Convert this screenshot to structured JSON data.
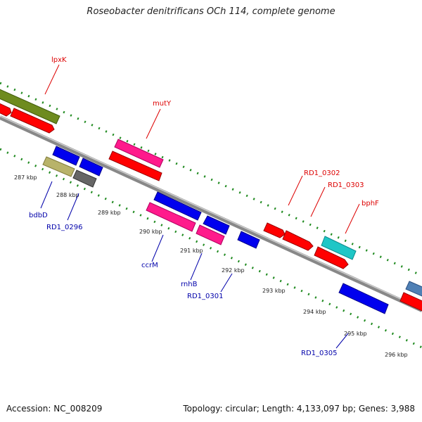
{
  "title": "Roseobacter denitrificans OCh 114, complete genome",
  "footer": {
    "accession": "Accession: NC_008209",
    "summary": "Topology: circular; Length: 4,133,097 bp; Genes: 3,988"
  },
  "colors": {
    "backbone": "#888888",
    "ticks": "#1f8a1f",
    "label_red": "#dd0000",
    "label_blue": "#0000aa",
    "kbp_text": "#222222"
  },
  "kbp_labels": [
    "287 kbp",
    "288 kbp",
    "289 kbp",
    "290 kbp",
    "291 kbp",
    "292 kbp",
    "293 kbp",
    "294 kbp",
    "295 kbp",
    "296 kbp"
  ],
  "genes": {
    "top_labeled": [
      {
        "name": "lpxK",
        "color": "#6e8b1f"
      },
      {
        "name": "mutY",
        "color": "#ff1a8c"
      },
      {
        "name": "RD1_0302",
        "color": "#ff0000"
      },
      {
        "name": "RD1_0303",
        "color": "#ff0000"
      },
      {
        "name": "bphF",
        "color": "#1fc6c6"
      }
    ],
    "bottom_labeled": [
      {
        "name": "bdbD",
        "color": "#b8b36a"
      },
      {
        "name": "RD1_0296",
        "color": "#666666"
      },
      {
        "name": "ccrM",
        "color": "#ff1a8c"
      },
      {
        "name": "rnhB",
        "color": "#ff1a8c"
      },
      {
        "name": "RD1_0301",
        "color": "#0000ee"
      },
      {
        "name": "RD1_0305",
        "color": "#0000ee"
      }
    ]
  }
}
